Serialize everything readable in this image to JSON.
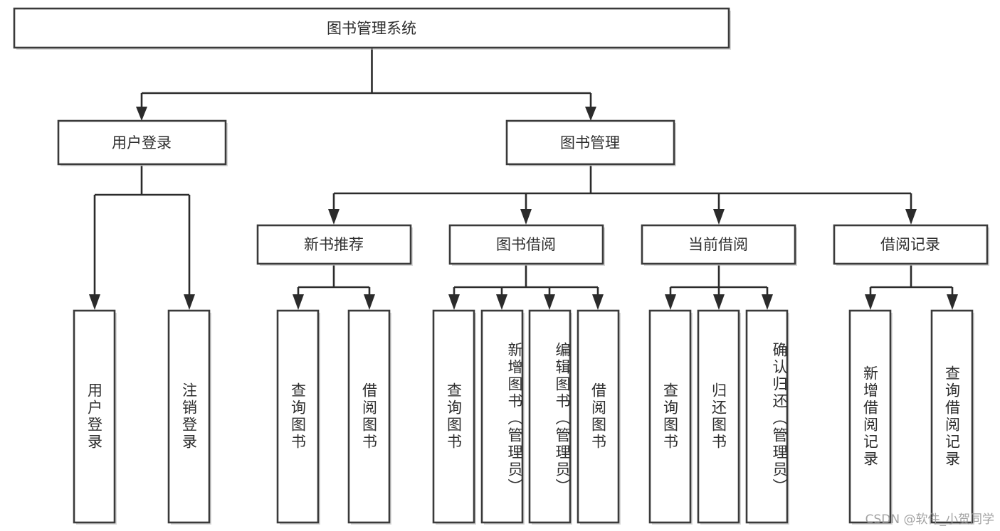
{
  "diagram": {
    "title": "图书管理系统",
    "type": "hierarchy-tree",
    "root": {
      "label": "图书管理系统"
    },
    "level1": [
      {
        "label": "用户登录"
      },
      {
        "label": "图书管理"
      }
    ],
    "level2": [
      {
        "label": "新书推荐",
        "parent": "图书管理"
      },
      {
        "label": "图书借阅",
        "parent": "图书管理"
      },
      {
        "label": "当前借阅",
        "parent": "图书管理"
      },
      {
        "label": "借阅记录",
        "parent": "图书管理"
      }
    ],
    "leaves": {
      "user_login": [
        {
          "label": "用户登录"
        },
        {
          "label": "注销登录"
        }
      ],
      "new_book_recommend": [
        {
          "label": "查询图书"
        },
        {
          "label": "借阅图书"
        }
      ],
      "book_borrow": [
        {
          "label": "查询图书"
        },
        {
          "label": "新增图书（管理员）"
        },
        {
          "label": "编辑图书（管理员）"
        },
        {
          "label": "借阅图书"
        }
      ],
      "current_borrow": [
        {
          "label": "查询图书"
        },
        {
          "label": "归还图书"
        },
        {
          "label": "确认归还（管理员）"
        }
      ],
      "borrow_record": [
        {
          "label": "新增借阅记录"
        },
        {
          "label": "查询借阅记录"
        }
      ]
    }
  },
  "watermark": {
    "text": "CSDN @软件_小贺同学"
  },
  "colors": {
    "box_stroke": "#3a3a3a",
    "connector": "#2b2b2b",
    "text": "#2e2e2e",
    "background": "#ffffff",
    "watermark": "#9b9b9b"
  }
}
